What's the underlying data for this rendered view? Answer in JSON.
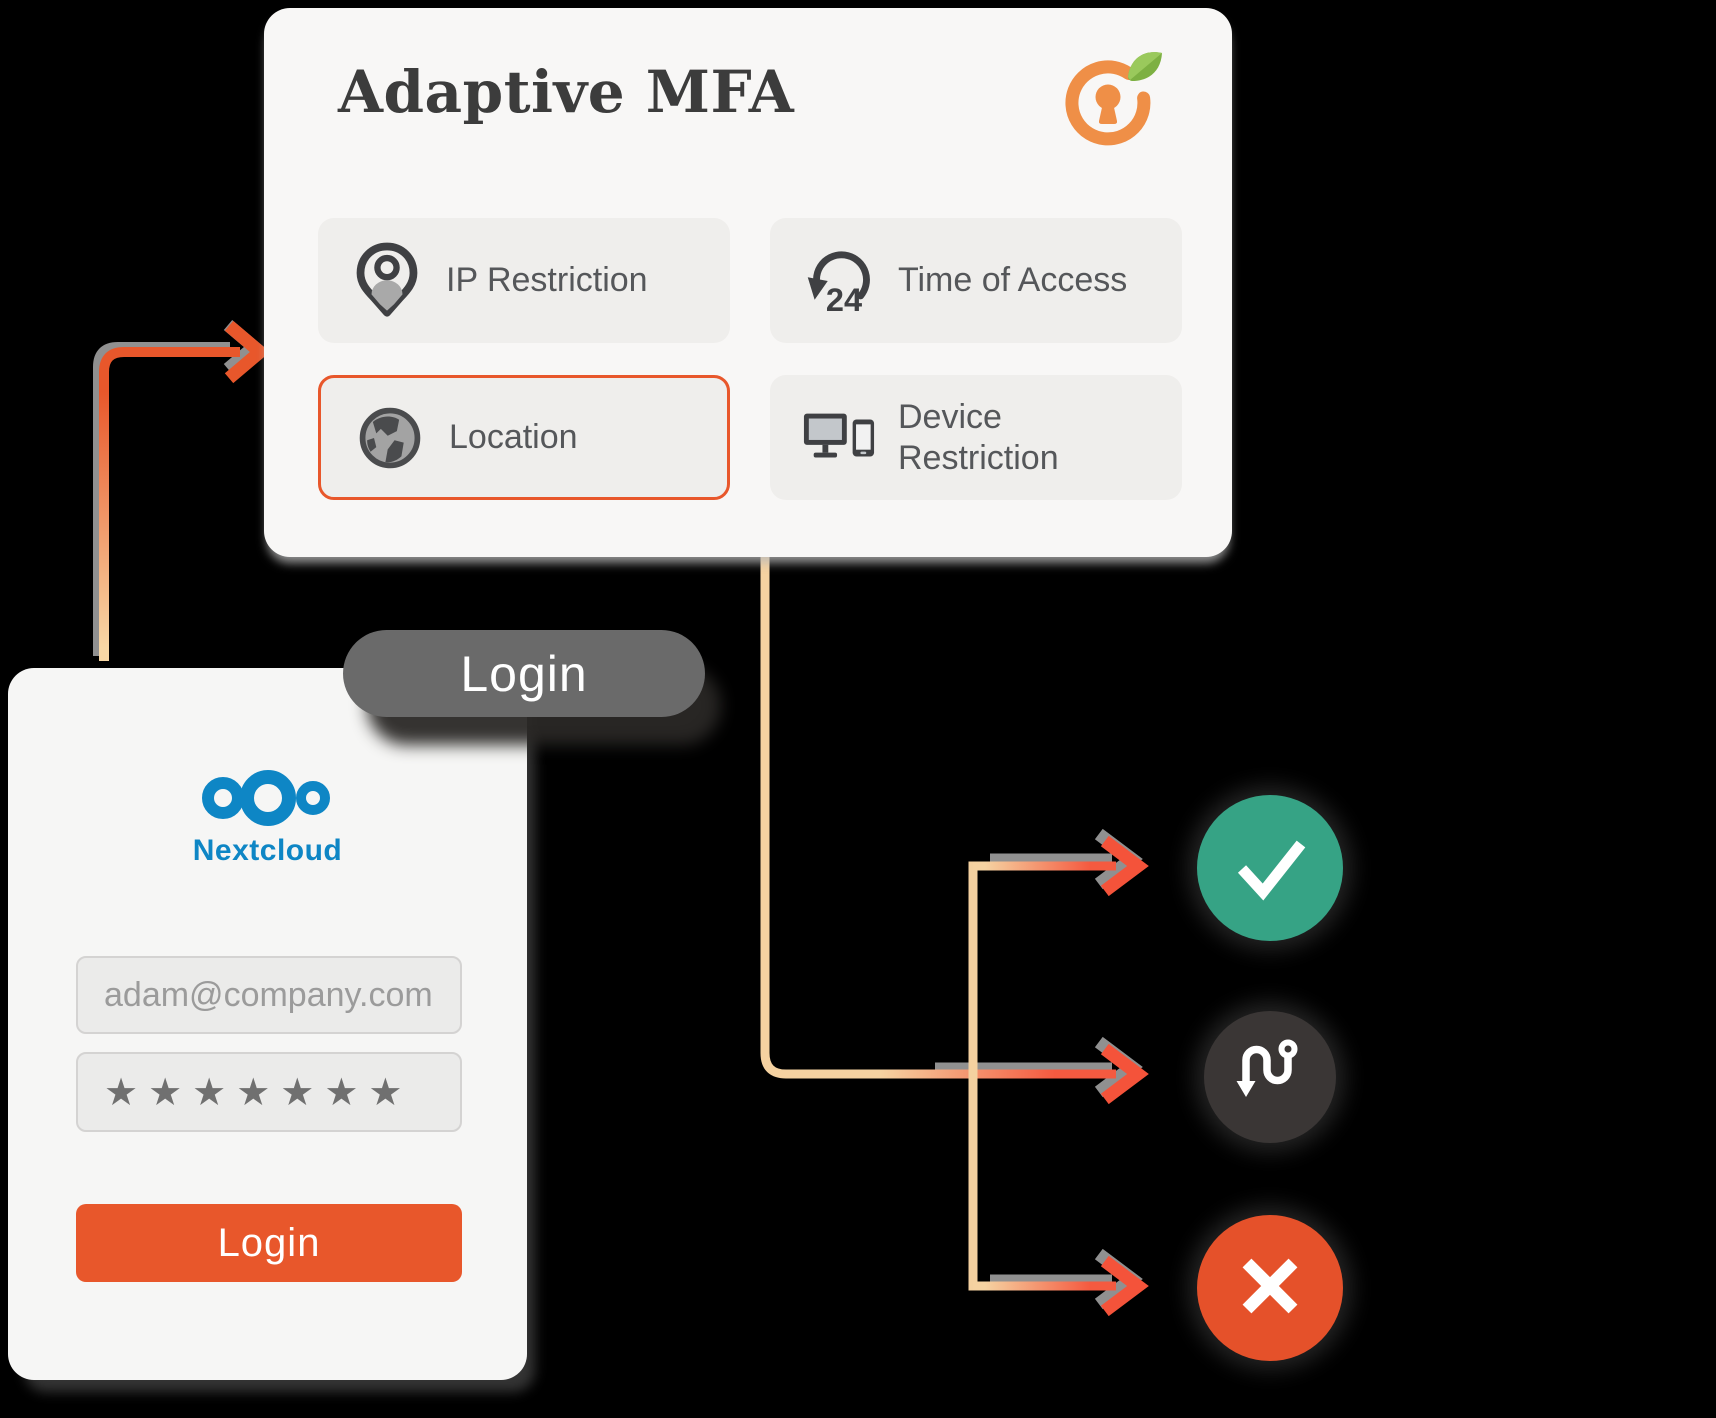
{
  "mfa_card": {
    "title": "Adaptive MFA",
    "logo_name": "miniorange-logo",
    "options": [
      {
        "label": "IP Restriction",
        "icon": "location-pin-user-icon",
        "highlighted": false
      },
      {
        "label": "Time of Access",
        "icon": "clock-24-icon",
        "highlighted": false
      },
      {
        "label": "Location",
        "icon": "globe-icon",
        "highlighted": true
      },
      {
        "label": "Device Restriction",
        "icon": "devices-icon",
        "highlighted": false
      }
    ]
  },
  "login_flow": {
    "pill_label": "Login"
  },
  "login_card": {
    "brand": "Nextcloud",
    "email_value": "adam@company.com",
    "password_mask": "★★★★★★★",
    "login_button_label": "Login"
  },
  "outcomes": [
    {
      "name": "allowed",
      "icon": "check-icon",
      "color": "#36a385"
    },
    {
      "name": "challenge",
      "icon": "u-turn-icon",
      "color": "#3a3635"
    },
    {
      "name": "denied",
      "icon": "cross-icon",
      "color": "#e5512a"
    }
  ],
  "colors": {
    "accent_orange": "#e8572b",
    "arrow_peach": "#f5d2a1",
    "arrow_salmon": "#f45a40",
    "nextcloud_blue": "#0e86c5",
    "pill_gray": "#6a6a6a",
    "success_green": "#36a385",
    "neutral_dark": "#3a3635",
    "deny_red": "#e5512a"
  }
}
